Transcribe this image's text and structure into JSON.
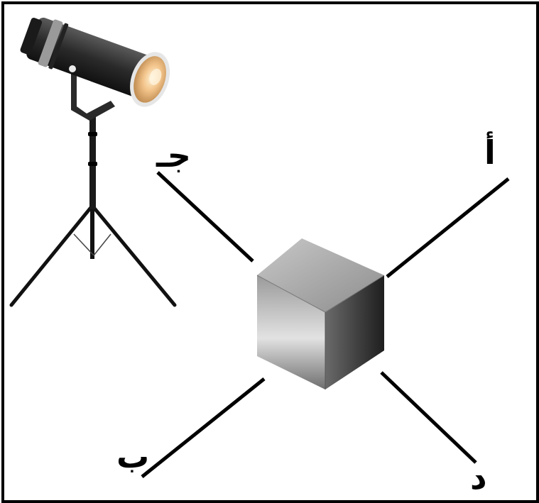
{
  "labels": {
    "a": "أ",
    "b": "ب",
    "j": "جـ",
    "d": "د"
  },
  "colors": {
    "frame": "#000000",
    "rays": "#000000",
    "lens_glow": "#f3c58c",
    "cube_top": "#a9a9a9",
    "cube_left": "#8a8a8a",
    "cube_right": "#2e2e2e"
  },
  "icons": {
    "light_source": "spotlight-on-tripod-icon",
    "object": "cube-icon"
  }
}
